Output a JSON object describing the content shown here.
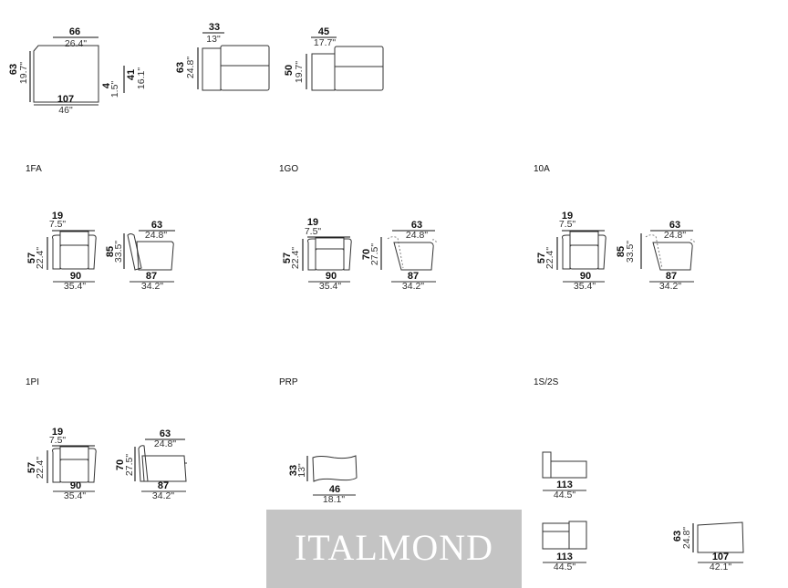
{
  "top": {
    "a": {
      "w_cm": "66",
      "w_in": "26.4\"",
      "h_cm": "63",
      "h_in": "19.7\"",
      "base_cm": "107",
      "base_in": "46\"",
      "r1_cm": "4",
      "r1_in": "1.5\"",
      "r2_cm": "41",
      "r2_in": "16.1\""
    },
    "b": {
      "w_cm": "33",
      "w_in": "13\"",
      "h_cm": "63",
      "h_in": "24.8\""
    },
    "c": {
      "w_cm": "45",
      "w_in": "17.7\"",
      "h_cm": "50",
      "h_in": "19.7\""
    }
  },
  "models": [
    {
      "code": "1FA",
      "arm_cm": "19",
      "arm_in": "7.5\"",
      "h_cm": "57",
      "h_in": "22.4\"",
      "w_cm": "90",
      "w_in": "35.4\"",
      "back_cm": "63",
      "back_in": "24.8\"",
      "sh_cm": "85",
      "sh_in": "33.5\"",
      "d_cm": "87",
      "d_in": "34.2\""
    },
    {
      "code": "1GO",
      "arm_cm": "19",
      "arm_in": "7.5\"",
      "h_cm": "57",
      "h_in": "22.4\"",
      "w_cm": "90",
      "w_in": "35.4\"",
      "back_cm": "63",
      "back_in": "24.8\"",
      "sh_cm": "70",
      "sh_in": "27.5\"",
      "d_cm": "87",
      "d_in": "34.2\""
    },
    {
      "code": "10A",
      "arm_cm": "19",
      "arm_in": "7.5\"",
      "h_cm": "57",
      "h_in": "22.4\"",
      "w_cm": "90",
      "w_in": "35.4\"",
      "back_cm": "63",
      "back_in": "24.8\"",
      "sh_cm": "85",
      "sh_in": "33.5\"",
      "d_cm": "87",
      "d_in": "34.2\""
    },
    {
      "code": "1PI",
      "arm_cm": "19",
      "arm_in": "7.5\"",
      "h_cm": "57",
      "h_in": "22.4\"",
      "w_cm": "90",
      "w_in": "35.4\"",
      "back_cm": "63",
      "back_in": "24.8\"",
      "sh_cm": "70",
      "sh_in": "27.5\"",
      "d_cm": "87",
      "d_in": "34.2\""
    }
  ],
  "prp": {
    "code": "PRP",
    "h_cm": "33",
    "h_in": "13\"",
    "w_cm": "46",
    "w_in": "18.1\""
  },
  "s": {
    "code": "1S/2S",
    "w1_cm": "113",
    "w1_in": "44.5\"",
    "w2_cm": "113",
    "w2_in": "44.5\"",
    "h_cm": "63",
    "h_in": "24.8\"",
    "w3_cm": "107",
    "w3_in": "42.1\""
  },
  "watermark": "ITALMOND"
}
